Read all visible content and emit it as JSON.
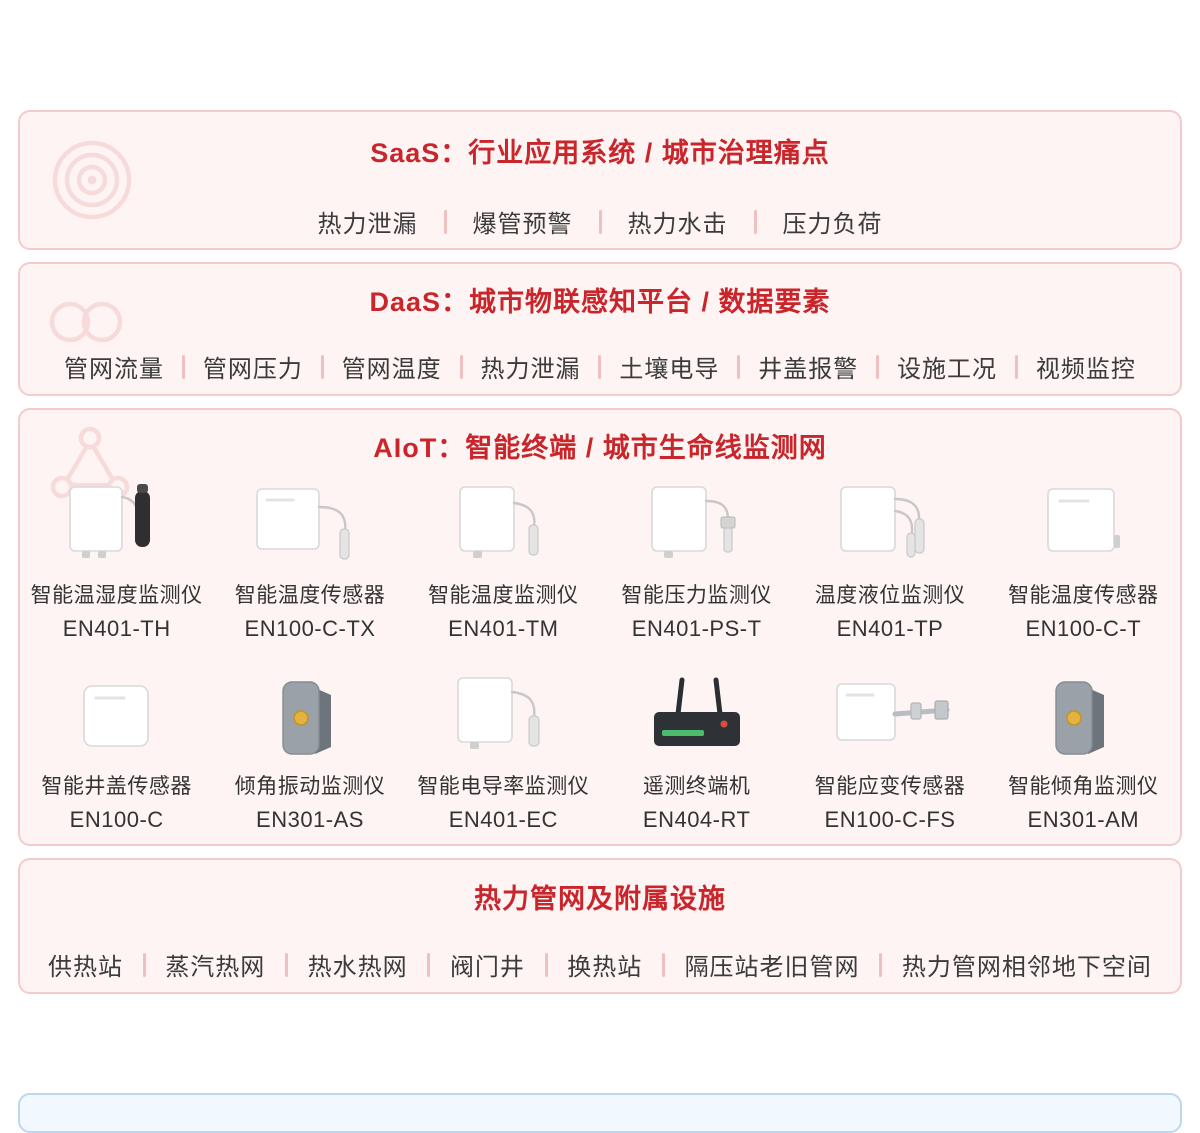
{
  "page": {
    "colors": {
      "accent_red": "#c9252b",
      "card_background": "#fdf4f3",
      "card_border": "#f4caca",
      "body_text": "#3b3b3b",
      "separator": "#f0bfbf",
      "next_section_border": "#bdd7f2"
    },
    "icons": {
      "saas": "target-rings-icon",
      "daas": "infinity-icon",
      "aiot": "network-nodes-icon"
    }
  },
  "sections": [
    {
      "id": "saas",
      "title": "SaaS：行业应用系统 / 城市治理痛点",
      "items": [
        "热力泄漏",
        "爆管预警",
        "热力水击",
        "压力负荷"
      ]
    },
    {
      "id": "daas",
      "title": "DaaS：城市物联感知平台 / 数据要素",
      "items": [
        "管网流量",
        "管网压力",
        "管网温度",
        "热力泄漏",
        "土壤电导",
        "井盖报警",
        "设施工况",
        "视频监控"
      ]
    },
    {
      "id": "aiot",
      "title": "AIoT：智能终端 / 城市生命线监测网",
      "products": [
        {
          "name": "智能温湿度监测仪",
          "model": "EN401-TH"
        },
        {
          "name": "智能温度传感器",
          "model": "EN100-C-TX"
        },
        {
          "name": "智能温度监测仪",
          "model": "EN401-TM"
        },
        {
          "name": "智能压力监测仪",
          "model": "EN401-PS-T"
        },
        {
          "name": "温度液位监测仪",
          "model": "EN401-TP"
        },
        {
          "name": "智能温度传感器",
          "model": "EN100-C-T"
        },
        {
          "name": "智能井盖传感器",
          "model": "EN100-C"
        },
        {
          "name": "倾角振动监测仪",
          "model": "EN301-AS"
        },
        {
          "name": "智能电导率监测仪",
          "model": "EN401-EC"
        },
        {
          "name": "遥测终端机",
          "model": "EN404-RT"
        },
        {
          "name": "智能应变传感器",
          "model": "EN100-C-FS"
        },
        {
          "name": "智能倾角监测仪",
          "model": "EN301-AM"
        }
      ]
    },
    {
      "id": "pipeline",
      "title": "热力管网及附属设施",
      "items": [
        "供热站",
        "蒸汽热网",
        "热水热网",
        "阀门井",
        "换热站",
        "隔压站老旧管网",
        "热力管网相邻地下空间"
      ]
    }
  ]
}
